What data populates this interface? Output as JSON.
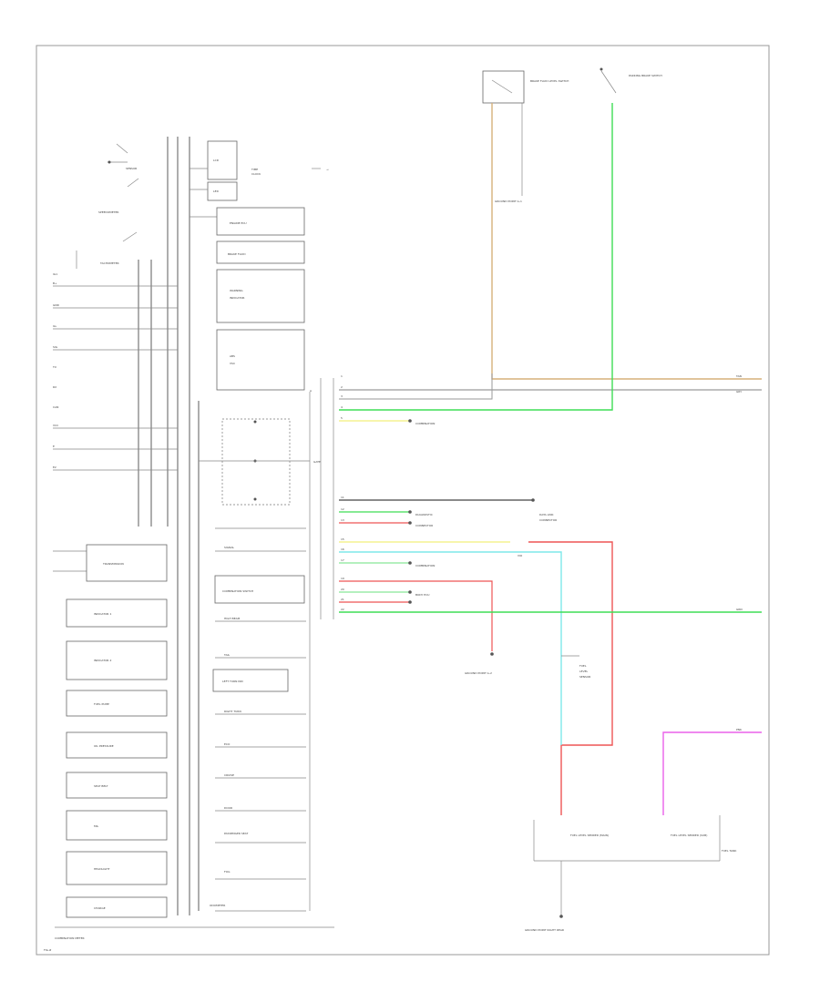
{
  "colors": {
    "tan": "#d6b07a",
    "gray": "#9a9a9a",
    "green": "#3fdd55",
    "yellow": "#f2ef7a",
    "red": "#ee5555",
    "light_green": "#88e898",
    "cyan": "#7ee8ea",
    "pink": "#ea60ea",
    "dark": "#444444"
  },
  "labels": {
    "component_title": "COMBINATION METER",
    "footer": "FIG.#",
    "speedometer": "SPEEDOMETER",
    "tachometer": "TACHOMETER",
    "meter_symbol": "METER",
    "brake_switch": "BRAKE FLUID LEVEL SWITCH",
    "parking_switch": "PARKING BRAKE SWITCH",
    "ground_g1": "GROUND POINT G-1",
    "ground_g2": "GROUND POINT G-2",
    "ground_g3": "GROUND POINT RIGHT REAR",
    "fuel_sender": "FUEL LEVEL SENDER (MAIN)",
    "fuel_sender_sub": "FUEL LEVEL SENDER (SUB)",
    "fuel_tank": "FUEL TANK",
    "fuel_pump_unit": "FUEL PUMP"
  }
}
